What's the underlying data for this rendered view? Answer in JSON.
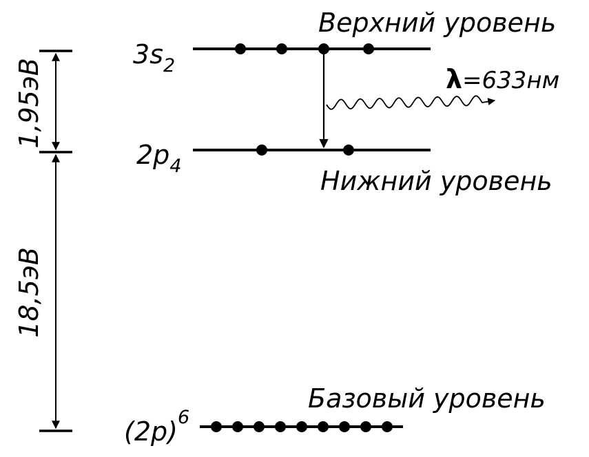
{
  "diagram": {
    "levels": {
      "upper": {
        "name": "Верхний уровень",
        "state_main": "3s",
        "state_sub": "2",
        "electrons": 4
      },
      "lower": {
        "name": "Нижний уровень",
        "state_main": "2p",
        "state_sub": "4",
        "electrons": 2
      },
      "base": {
        "name": "Базовый уровень",
        "state_main": "(2p)",
        "state_sup": "6",
        "electrons": 9
      }
    },
    "energy_gaps": {
      "upper_gap": "1,95эВ",
      "lower_gap": "18,5эВ"
    },
    "emission": {
      "lambda_symbol": "λ",
      "wavelength": "=633нм"
    },
    "colors": {
      "ink": "#000000",
      "background": "#ffffff"
    }
  }
}
